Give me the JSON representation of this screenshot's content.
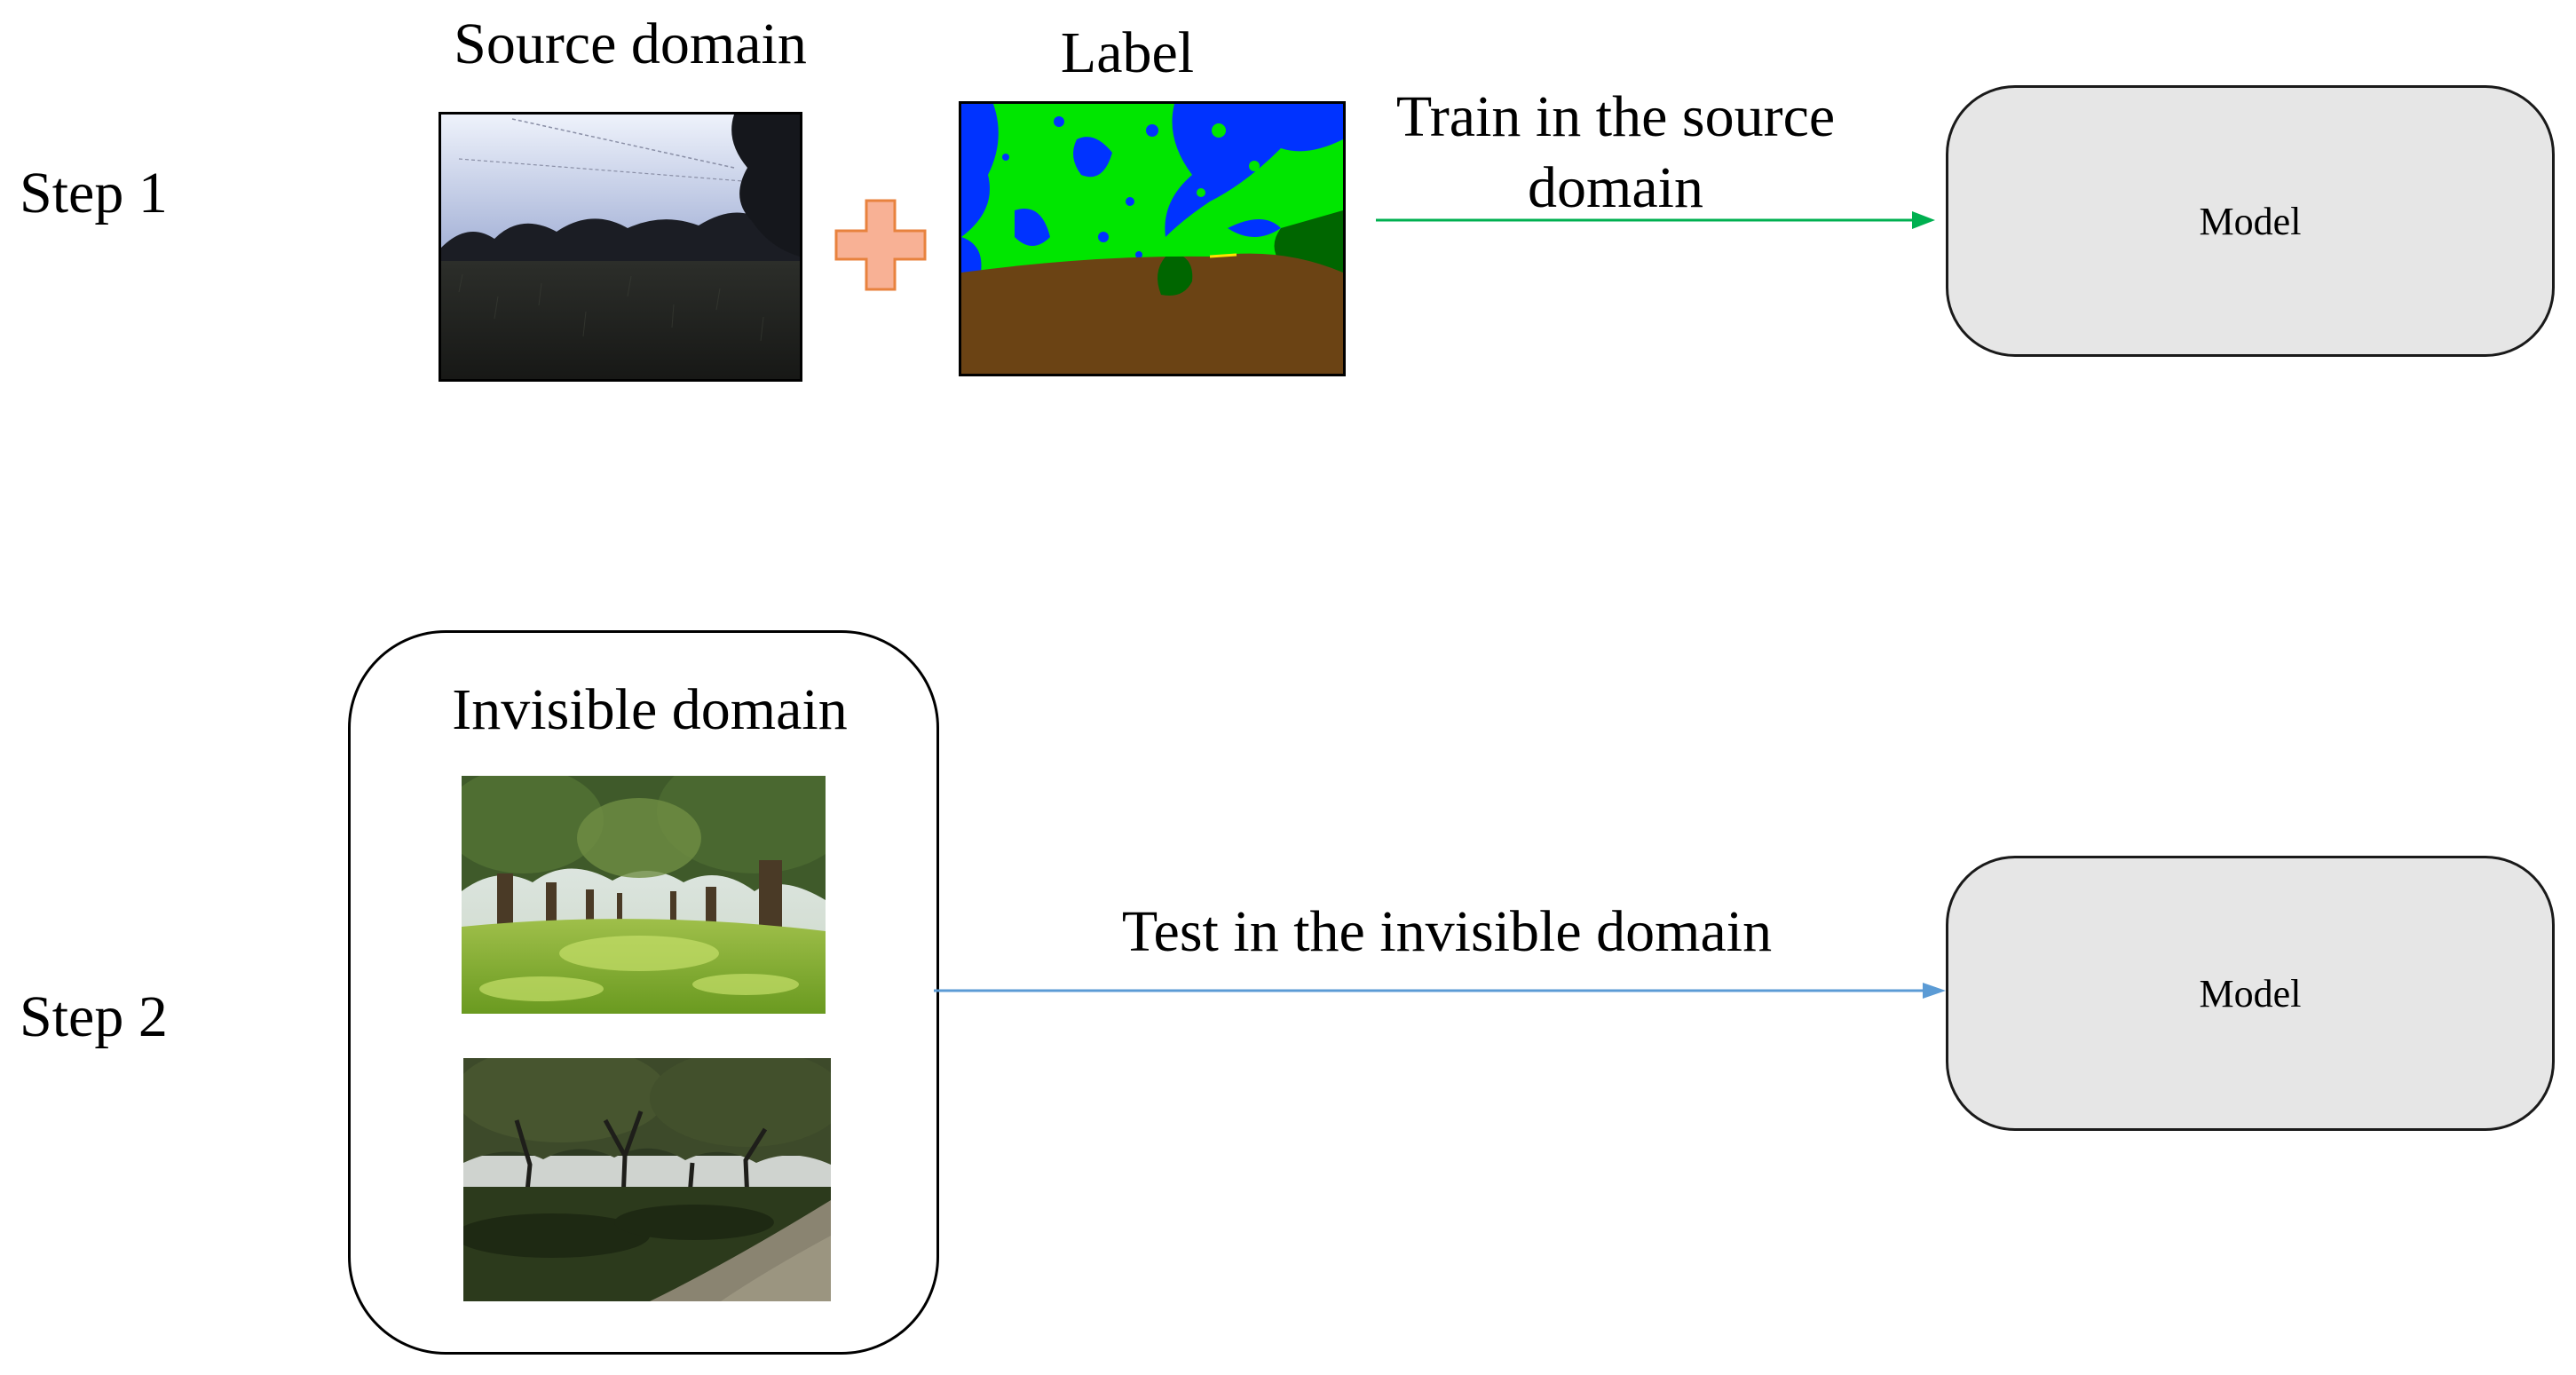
{
  "step1": {
    "step_label": "Step 1",
    "source_caption": "Source domain",
    "label_caption": "Label",
    "arrow_caption_line1": "Train in the source",
    "arrow_caption_line2": "domain",
    "model_label": "Model",
    "arrow_color": "#00b050"
  },
  "step2": {
    "step_label": "Step 2",
    "group_caption": "Invisible domain",
    "arrow_caption": "Test in the invisible domain",
    "model_label": "Model",
    "arrow_color": "#5b9bd5"
  },
  "icons": {
    "plus": "plus-icon"
  },
  "colors": {
    "plus_fill": "#f8b195",
    "plus_stroke": "#e8823e",
    "model_fill": "#e6e6e6",
    "label_vegetation": "#00e600",
    "label_sky": "#0033ff",
    "label_ground": "#6b4314",
    "label_dark_green": "#006600"
  }
}
